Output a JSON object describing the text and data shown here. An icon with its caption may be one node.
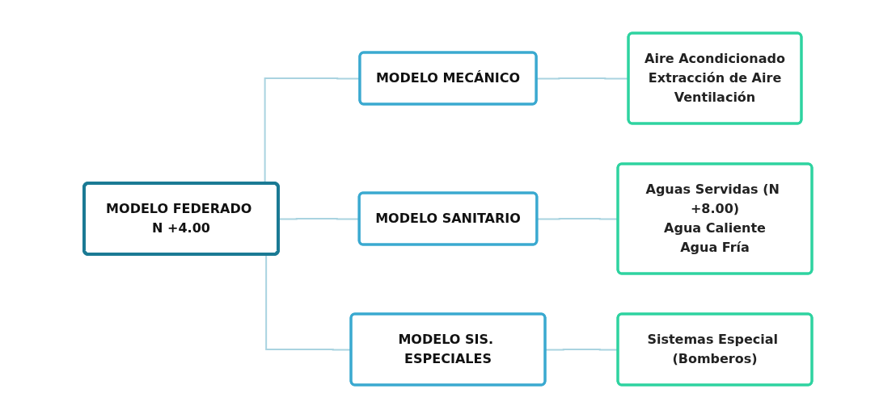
{
  "diagram": {
    "nodes": [
      {
        "text": [
          "MODELO FEDERADO N +4.00"
        ]
      },
      {
        "text": [
          "MODELO MECÁNICO"
        ]
      },
      {
        "text": [
          "MODELO SANITARIO"
        ]
      },
      {
        "text": [
          "MODELO SIS. ESPECIALES"
        ]
      },
      {
        "text": [
          "Aire Acondicionado",
          "Extracción de Aire",
          "Ventilación"
        ]
      },
      {
        "text": [
          "Aguas Servidas (N +8.00)",
          "Agua Caliente",
          "Agua Fría"
        ]
      },
      {
        "text": [
          "Sistemas Especial (Bomberos)"
        ]
      }
    ],
    "edges": [
      {
        "from": 0,
        "to": 1,
        "arrow": "none"
      },
      {
        "from": 0,
        "to": 2,
        "arrow": "none"
      },
      {
        "from": 0,
        "to": 3,
        "arrow": "none"
      },
      {
        "from": 1,
        "to": 4,
        "arrow": "none"
      },
      {
        "from": 2,
        "to": 5,
        "arrow": "none"
      },
      {
        "from": 3,
        "to": 6,
        "arrow": "none"
      }
    ]
  }
}
